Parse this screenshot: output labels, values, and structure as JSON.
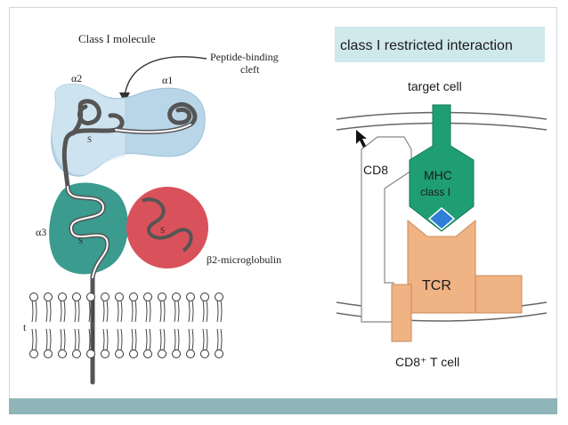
{
  "left_figure": {
    "title": "Class I molecule",
    "peptide_cleft_line1": "Peptide-binding",
    "peptide_cleft_line2": "cleft",
    "alpha1": "α1",
    "alpha2": "α2",
    "alpha3": "α3",
    "b2m": "β2-microglobulin",
    "membrane_label": "t",
    "ss_label": "S",
    "colors": {
      "alpha12": "#b9d6e8",
      "alpha3": "#3a9b8e",
      "b2m": "#d9525b",
      "chain": "#555555",
      "lipid": "#333333"
    }
  },
  "right_figure": {
    "header": "class I restricted interaction",
    "target_cell": "target cell",
    "cd8": "CD8",
    "mhc_line1": "MHC",
    "mhc_line2": "class I",
    "tcr": "TCR",
    "t_cell": "CD8⁺ T cell",
    "colors": {
      "header_bg": "#cfe8ec",
      "mhc": "#1f9e73",
      "peptide": "#2f7ed8",
      "tcr": "#f0b384",
      "cd8": "#ffffff"
    }
  }
}
